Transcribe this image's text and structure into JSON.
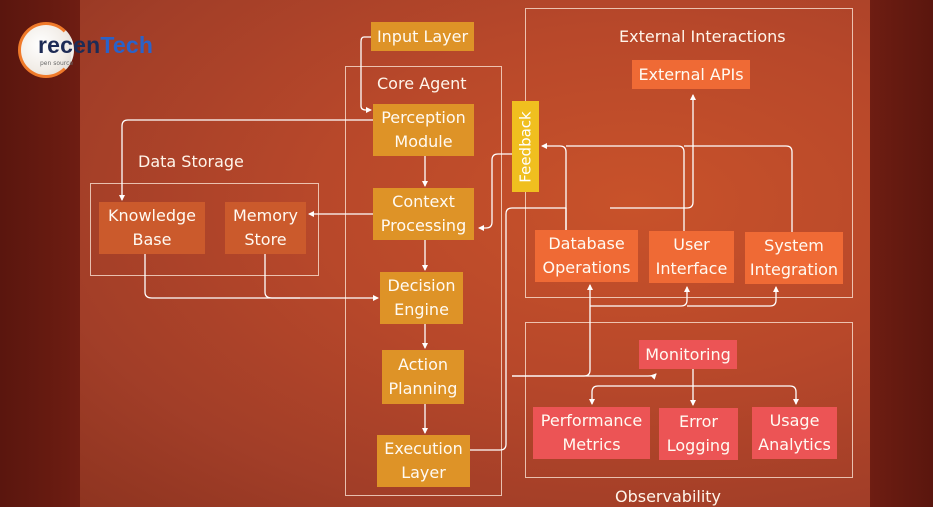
{
  "logo": {
    "text_a": "recen",
    "text_b": "Tech",
    "tagline": "pen source"
  },
  "groups": {
    "core_agent": "Core Agent",
    "data_storage": "Data Storage",
    "external_interactions": "External Interactions",
    "observability": "Observability"
  },
  "nodes": {
    "input_layer": "Input Layer",
    "perception_module": "Perception\nModule",
    "context_processing": "Context\nProcessing",
    "decision_engine": "Decision\nEngine",
    "action_planning": "Action\nPlanning",
    "execution_layer": "Execution\nLayer",
    "knowledge_base": "Knowledge\nBase",
    "memory_store": "Memory\nStore",
    "external_apis": "External APIs",
    "database_operations": "Database\nOperations",
    "user_interface": "User\nInterface",
    "system_integration": "System\nIntegration",
    "feedback": "Feedback",
    "monitoring": "Monitoring",
    "performance_metrics": "Performance\nMetrics",
    "error_logging": "Error\nLogging",
    "usage_analytics": "Usage\nAnalytics"
  },
  "colors": {
    "core": "#de9327",
    "storage": "#cb5a2c",
    "external": "#ef6a35",
    "observability": "#ec5455",
    "feedback": "#f0bf1f"
  }
}
